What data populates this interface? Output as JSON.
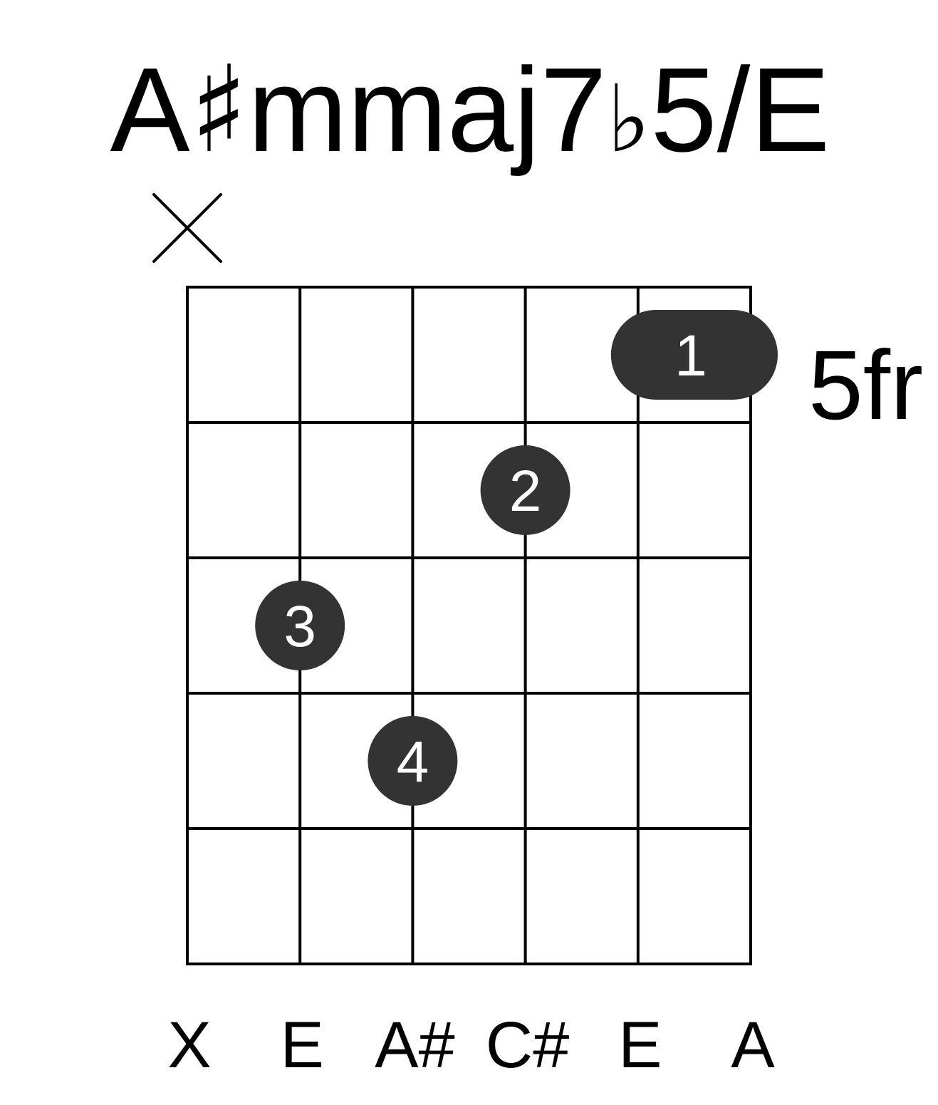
{
  "chord": {
    "title_root": "A",
    "title_sharp": "♯",
    "title_quality": "mmaj7",
    "title_flat": "♭",
    "title_rest": "5/E"
  },
  "fret_position": "5fr",
  "strings": [
    {
      "note": "X",
      "muted": true
    },
    {
      "note": "E",
      "muted": false
    },
    {
      "note": "A#",
      "muted": false
    },
    {
      "note": "C#",
      "muted": false
    },
    {
      "note": "E",
      "muted": false
    },
    {
      "note": "A",
      "muted": false
    }
  ],
  "fingers": [
    {
      "finger": "1",
      "fret": 1,
      "from_string": 5,
      "to_string": 6,
      "barre": true
    },
    {
      "finger": "2",
      "fret": 2,
      "string": 4
    },
    {
      "finger": "3",
      "fret": 3,
      "string": 2
    },
    {
      "finger": "4",
      "fret": 4,
      "string": 3
    }
  ],
  "frets_shown": 5,
  "colors": {
    "marker": "#333333",
    "lines": "#000000",
    "finger_text": "#ffffff"
  }
}
